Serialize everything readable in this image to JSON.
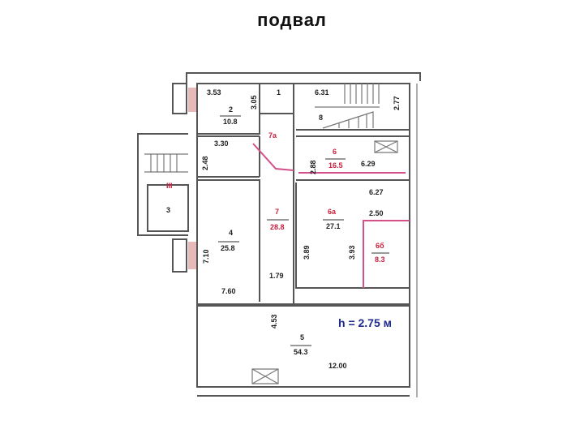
{
  "title": "подвал",
  "height_note": "h = 2.75 м",
  "accent_colors": {
    "room_labels_red": "#c81e3c",
    "pink_wall": "#d4508a",
    "height_note": "#1e2a8c"
  },
  "rooms": {
    "r2": {
      "num": "2",
      "area": "10.8"
    },
    "r1": {
      "num": "1"
    },
    "r8": {
      "num": "8"
    },
    "r7a": {
      "num": "7а"
    },
    "r6": {
      "num": "6",
      "area": "16.5"
    },
    "r6a": {
      "num": "6а",
      "area": "27.1"
    },
    "r6b": {
      "num": "6б",
      "area": "8.3"
    },
    "r7": {
      "num": "7",
      "area": "28.8"
    },
    "r4": {
      "num": "4",
      "area": "25.8"
    },
    "r3": {
      "num": "3"
    },
    "rIII": {
      "num": "III"
    },
    "r5": {
      "num": "5",
      "area": "54.3"
    }
  },
  "dimensions": {
    "d353": "3.53",
    "d305": "3.05",
    "d631": "6.31",
    "d277": "2.77",
    "d330": "3.30",
    "d248": "2.48",
    "d288": "2.88",
    "d629": "6.29",
    "d627": "6.27",
    "d250": "2.50",
    "d389": "3.89",
    "d393": "3.93",
    "d710": "7.10",
    "d760": "7.60",
    "d179": "1.79",
    "d453": "4.53",
    "d1200": "12.00"
  }
}
